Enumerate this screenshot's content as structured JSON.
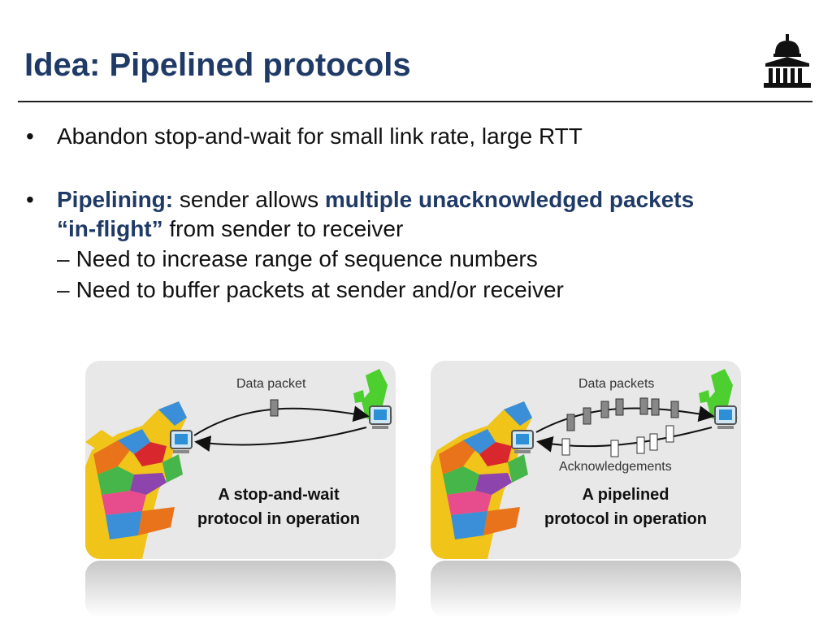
{
  "slide": {
    "title": "Idea: Pipelined protocols"
  },
  "bullets": {
    "b1": "Abandon stop-and-wait for small link rate, large RTT",
    "b2_lead": "Pipelining:",
    "b2_mid": " sender allows ",
    "b2_bold": "multiple unacknowledged packets",
    "b2_inflight": "“in-flight”",
    "b2_end": " from sender to receiver",
    "sub1": "Need to increase range of sequence numbers",
    "sub2": "Need to buffer packets at sender and/or receiver",
    "bullet_glyph": "•",
    "dash_glyph": "–"
  },
  "figures": {
    "left": {
      "label": "Data packet",
      "caption_line1": "A stop-and-wait",
      "caption_line2": "protocol in operation"
    },
    "right": {
      "label_top": "Data packets",
      "label_bottom": "Acknowledgements",
      "caption_line1": "A pipelined",
      "caption_line2": "protocol in operation"
    }
  },
  "colors": {
    "title": "#1f3a66",
    "accent": "#1f3a66"
  }
}
